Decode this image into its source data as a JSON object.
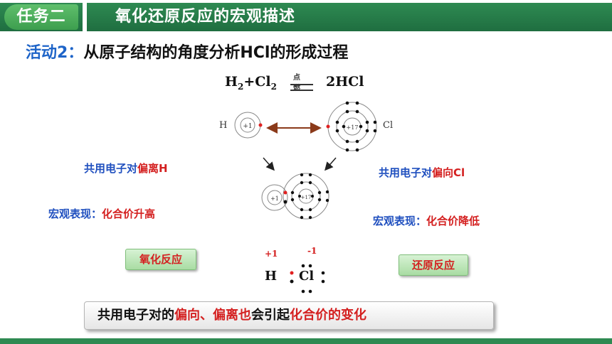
{
  "header": {
    "task_tag": "任务二",
    "title": "氧化还原反应的宏观描述"
  },
  "activity": {
    "label": "活动2：",
    "text": "从原子结构的角度分析HCl的形成过程"
  },
  "equation": {
    "reactant_h": "H",
    "reactant_h_sub": "2",
    "plus": "+",
    "reactant_cl": "Cl",
    "reactant_cl_sub": "2",
    "condition": "点 燃",
    "product": "2HCl"
  },
  "atoms": {
    "h_symbol": "H",
    "h_nucleus": "+1",
    "cl_symbol": "Cl",
    "cl_nucleus": "+17"
  },
  "left_panel": {
    "shared_pair_prefix": "共用电子对",
    "shared_pair_highlight": "偏离H",
    "macro_prefix": "宏观表现：",
    "macro_highlight": "化合价升高",
    "reaction_type": "氧化反应"
  },
  "right_panel": {
    "shared_pair_prefix": "共用电子对",
    "shared_pair_highlight": "偏向Cl",
    "macro_prefix": "宏观表现：",
    "macro_highlight": "化合价降低",
    "reaction_type": "还原反应"
  },
  "lewis": {
    "h_charge": "+1",
    "cl_charge": "-1",
    "h": "H",
    "cl": "Cl"
  },
  "summary": {
    "part1": "共用电子对的",
    "part2": "偏向、偏离也",
    "part3": "会引起",
    "part4": "化合价的变化"
  },
  "colors": {
    "header_green": "#2e8a52",
    "blue_text": "#1f4fbf",
    "red_highlight": "#d42020",
    "arrow_brown": "#8b3a1a"
  }
}
